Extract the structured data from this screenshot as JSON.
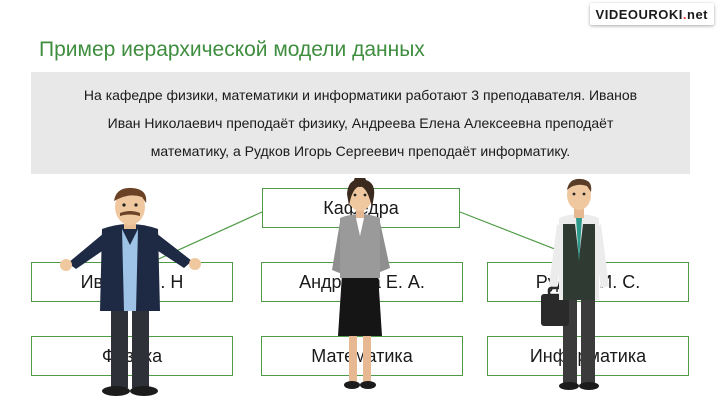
{
  "logo": {
    "text_main": "VIDEOUROKI",
    "text_dot": ".",
    "text_tld": "net"
  },
  "title": "Пример иерархической модели данных",
  "info": {
    "line1": "На кафедре физики, математики и информатики работают 3 преподавателя. Иванов",
    "line2": "Иван Николаевич преподаёт физику, Андреева Елена Алексеевна преподаёт",
    "line3": "математику, а Рудков Игорь Сергеевич преподаёт информатику."
  },
  "tree": {
    "root": "Кафедра",
    "teachers": [
      "Иванов И. Н",
      "Андреева Е. А.",
      "Рудков И. С."
    ],
    "subjects": [
      "Физика",
      "Математика",
      "Информатика"
    ]
  },
  "colors": {
    "accent": "#4f9b45",
    "title": "#3f8d3f",
    "infobox": "#e8e8e8"
  }
}
